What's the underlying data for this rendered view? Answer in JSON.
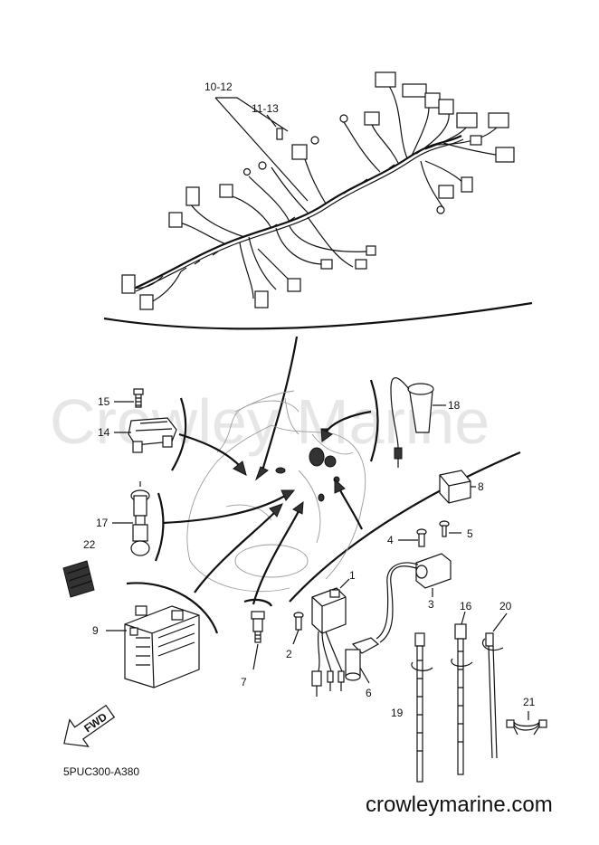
{
  "watermark": "Crowley Marine",
  "diagram_code": "5PUC300-A380",
  "website": "crowleymarine.com",
  "fwd_label": "FWD",
  "callouts": {
    "c10_12": "10-12",
    "c11_13": "11-13",
    "c1": "1",
    "c2": "2",
    "c3": "3",
    "c4": "4",
    "c5": "5",
    "c6": "6",
    "c7": "7",
    "c8": "8",
    "c9": "9",
    "c14": "14",
    "c15": "15",
    "c16": "16",
    "c17": "17",
    "c18": "18",
    "c19": "19",
    "c20": "20",
    "c21": "21",
    "c22": "22"
  }
}
